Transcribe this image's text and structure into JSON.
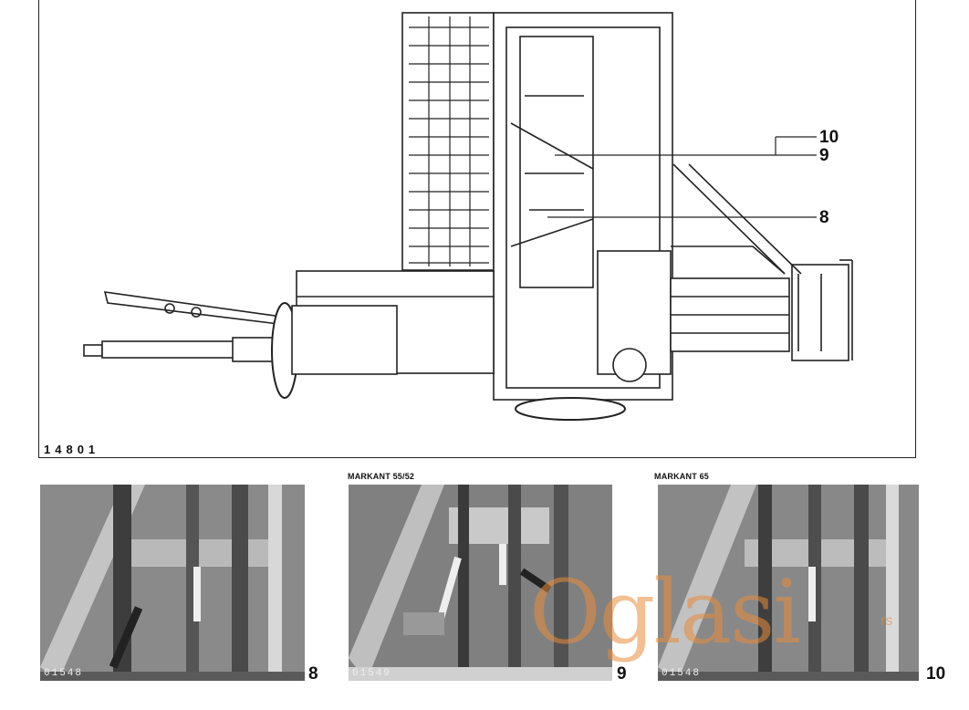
{
  "main_figure": {
    "figure_number": "14801",
    "callouts": [
      "10",
      "9",
      "8"
    ]
  },
  "photos": [
    {
      "caption": "",
      "code": "01548",
      "label": "8"
    },
    {
      "caption": "MARKANT 55/52",
      "code": "01549",
      "label": "9"
    },
    {
      "caption": "MARKANT 65",
      "code": "01548",
      "label": "10"
    }
  ],
  "watermark": {
    "text": "Oglasi",
    "suffix": "rs"
  }
}
